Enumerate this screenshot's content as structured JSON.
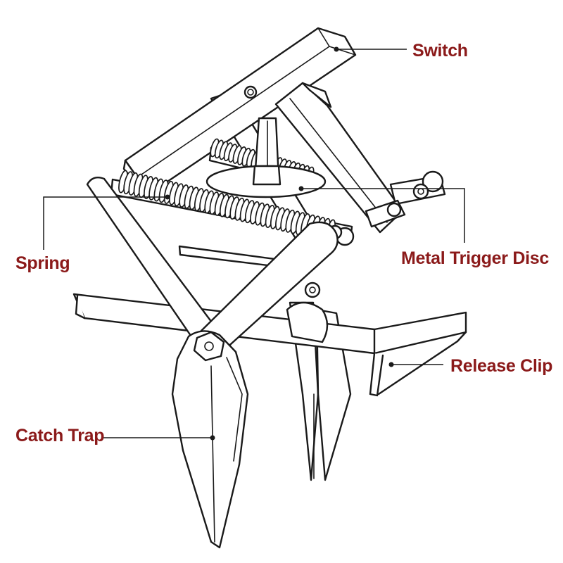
{
  "labels": {
    "switch": "Switch",
    "spring": "Spring",
    "metal_trigger_disc": "Metal Trigger Disc",
    "release_clip": "Release Clip",
    "catch_trap": "Catch Trap"
  },
  "colors": {
    "label_text": "#8b1a1a",
    "line_art": "#1a1a1a",
    "background": "#ffffff"
  }
}
